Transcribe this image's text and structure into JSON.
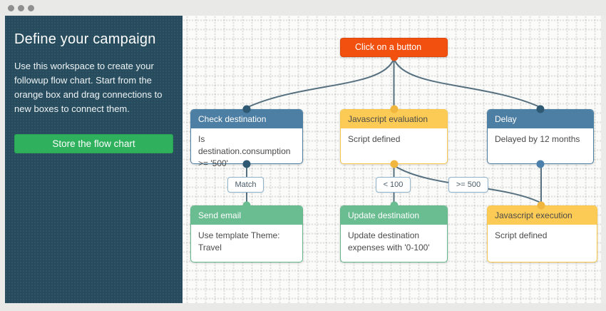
{
  "window": {
    "chrome": {
      "dot_count": 3,
      "dot_color": "#8f8f8f",
      "bar_color": "#e9e9e7"
    }
  },
  "theme": {
    "sidebar_bg": "#264b5d",
    "button_green": "#2eb05c",
    "node_orange": "#f2500f",
    "node_blue": "#4d7ea3",
    "node_yellow": "#fccb55",
    "node_green": "#6abc91",
    "connector_color": "#56707f",
    "canvas_bg": "#fbfbfa"
  },
  "sidebar": {
    "title": "Define your campaign",
    "description": "Use this workspace to create your followup flow chart. Start from the orange box and drag connections to new boxes to connect them.",
    "store_button_label": "Store the flow chart"
  },
  "canvas": {
    "start_node": {
      "id": "start",
      "label": "Click on a button",
      "color": "#f2500f"
    },
    "nodes": [
      {
        "id": "check-destination",
        "title": "Check destination",
        "body": "Is destination.consumption >= '500'",
        "color": "#4d7ea3"
      },
      {
        "id": "javascript-evaluation",
        "title": "Javascript evaluation",
        "body": "Script defined",
        "color": "#fccb55"
      },
      {
        "id": "delay",
        "title": "Delay",
        "body": "Delayed by 12 months",
        "color": "#4d7ea3"
      },
      {
        "id": "send-email",
        "title": "Send email",
        "body": "Use template Theme: Travel",
        "color": "#6abc91"
      },
      {
        "id": "update-destination",
        "title": "Update destination",
        "body": "Update destination expenses with '0-100'",
        "color": "#6abc91"
      },
      {
        "id": "javascript-execution",
        "title": "Javascript execution",
        "body": "Script defined",
        "color": "#fccb55"
      }
    ],
    "connection_labels": [
      {
        "text": "Match"
      },
      {
        "text": "< 100"
      },
      {
        "text": ">= 500"
      }
    ],
    "connections": [
      {
        "from": "start",
        "to": "check-destination"
      },
      {
        "from": "start",
        "to": "javascript-evaluation"
      },
      {
        "from": "start",
        "to": "delay"
      },
      {
        "from": "check-destination",
        "to": "send-email",
        "label": "Match"
      },
      {
        "from": "javascript-evaluation",
        "to": "update-destination",
        "label": "< 100"
      },
      {
        "from": "javascript-evaluation",
        "to": "javascript-execution",
        "label": ">= 500"
      },
      {
        "from": "delay",
        "to": "javascript-execution"
      }
    ]
  }
}
